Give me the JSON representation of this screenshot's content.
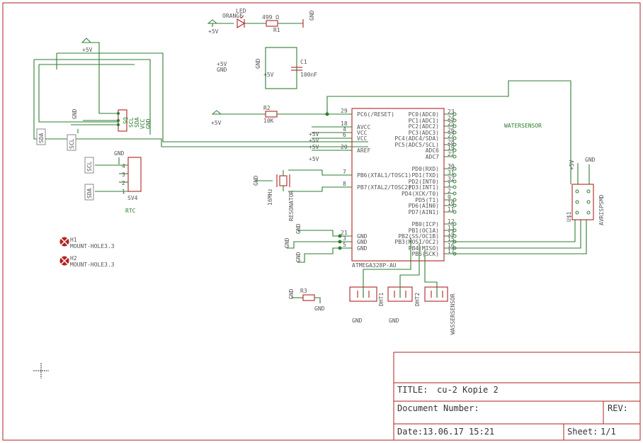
{
  "title_block": {
    "title_label": "TITLE:",
    "title_value": "cu-2 Kopie 2",
    "docnum_label": "Document Number:",
    "rev_label": "REV:",
    "date_label": "Date:",
    "date_value": "13.06.17 15:21",
    "sheet_label": "Sheet:",
    "sheet_value": "1/1"
  },
  "led": {
    "name": "LED",
    "value": "ORANGE"
  },
  "r1": {
    "name": "R1",
    "value": "499 Ω"
  },
  "r2": {
    "name": "R2",
    "value": "10K"
  },
  "r3": {
    "name": "R3"
  },
  "c1": {
    "name": "C1",
    "value": "100nF"
  },
  "supply": {
    "p5v": "+5V",
    "gnd": "GND"
  },
  "mcu": {
    "name": "ATMEGA328P-AU",
    "left_pins": [
      "PC6(/RESET)",
      "AVCC",
      "VCC",
      "VCC",
      "AREF",
      "PB6(XTAL1/TOSC1)",
      "PB7(XTAL2/TOSC2)",
      "GND",
      "GND",
      "GND"
    ],
    "left_nums": [
      "29",
      "18",
      "4",
      "6",
      "20",
      "7",
      "8",
      "21",
      "3",
      "5"
    ],
    "right_pins": [
      "PC0(ADC0)",
      "PC1(ADC1)",
      "PC2(ADC2)",
      "PC3(ADC3)",
      "PC4(ADC4/SDA)",
      "PC5(ADC5/SCL)",
      "ADC6",
      "ADC7",
      "PD0(RXD)",
      "PD1(TXD)",
      "PD2(INT0)",
      "PD3(INT1)",
      "PD4(XCK/T0)",
      "PD5(T1)",
      "PD6(AIN0)",
      "PD7(AIN1)",
      "PB0(ICP)",
      "PB1(OC1A)",
      "PB2(SS/OC1B)",
      "PB3(MOSI/OC2)",
      "PB4(MISO)",
      "PB5(SCK)"
    ],
    "right_nums": [
      "23",
      "24",
      "25",
      "26",
      "27",
      "28",
      "19",
      "22",
      "30",
      "31",
      "32",
      "1",
      "2",
      "9",
      "10",
      "11",
      "12",
      "13",
      "14",
      "15",
      "16",
      "17"
    ]
  },
  "resonator": {
    "name": "RESONATOR",
    "value": "16MHz"
  },
  "labels": {
    "watersensor": "WATERSENSOR",
    "rtc": "RTC",
    "sda": "SDA",
    "scl": "SCL",
    "sv4": "SV4",
    "dht1": "DHT1",
    "dht2": "DHT2",
    "wassersensor": "WASSERSENSOR",
    "u$1": "U$1",
    "avrispsmd": "AVRISPSMD"
  },
  "rtc_pins": [
    "SQ",
    "SCL",
    "SDA",
    "VCC",
    "GND"
  ],
  "sv4_pins": [
    "4",
    "3",
    "2",
    "1"
  ],
  "mount_holes": [
    {
      "name": "H1",
      "value": "MOUNT-HOLE3.3"
    },
    {
      "name": "H2",
      "value": "MOUNT-HOLE3.3"
    }
  ],
  "colors": {
    "frame": "#b22222",
    "wire": "#2e7d32",
    "text": "#555555"
  }
}
